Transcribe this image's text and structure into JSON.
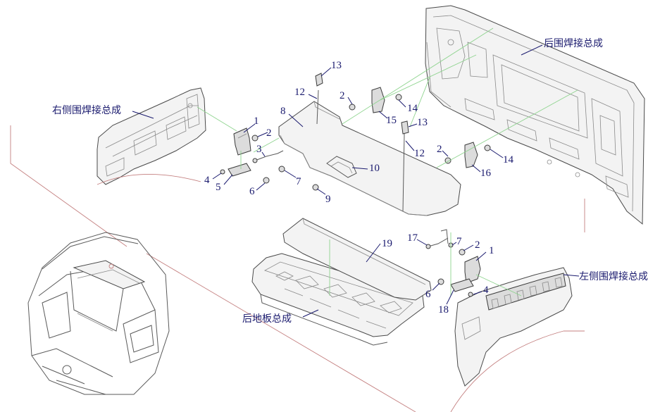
{
  "assembly_labels": {
    "rear_wall": "后围焊接总成",
    "right_side_wall": "右侧围焊接总成",
    "left_side_wall": "左侧围焊接总成",
    "rear_floor": "后地板总成"
  },
  "callouts": {
    "n1a": "1",
    "n2a": "2",
    "n3": "3",
    "n4a": "4",
    "n5": "5",
    "n6a": "6",
    "n7a": "7",
    "n8": "8",
    "n9": "9",
    "n10": "10",
    "n12a": "12",
    "n13a": "13",
    "n2b": "2",
    "n14a": "14",
    "n15": "15",
    "n13b": "13",
    "n12b": "12",
    "n2c": "2",
    "n16": "16",
    "n14b": "14",
    "n19": "19",
    "n17": "17",
    "n7b": "7",
    "n2d": "2",
    "n1b": "1",
    "n6b": "6",
    "n4b": "4",
    "n18": "18"
  },
  "colors": {
    "label_text": "#1a1a6e",
    "guide_lines": "#8fd48f",
    "frame_lines": "#c48080"
  }
}
